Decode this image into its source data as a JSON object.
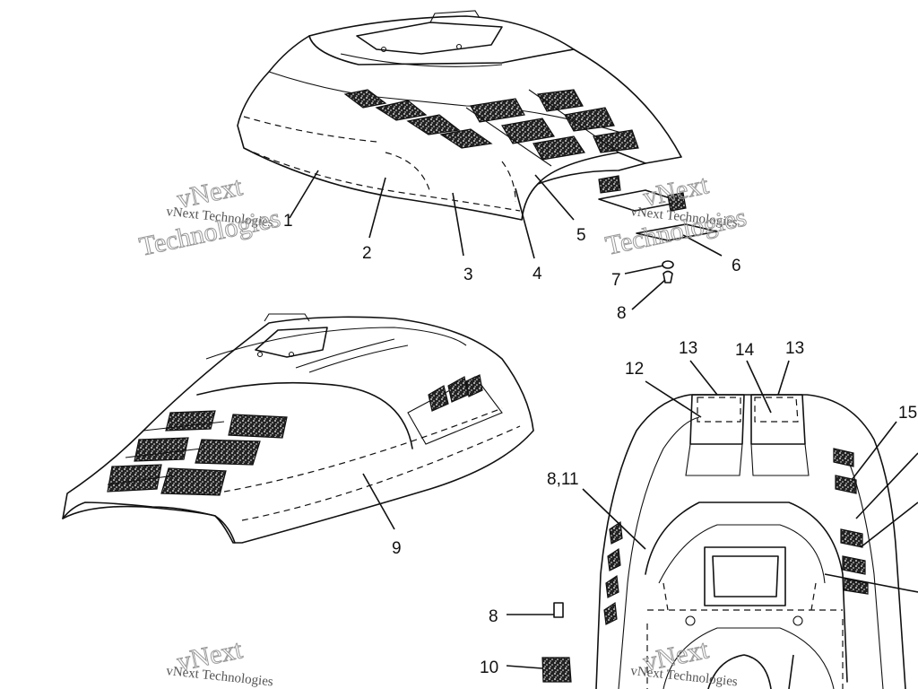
{
  "callouts": {
    "c1": "1",
    "c2": "2",
    "c3": "3",
    "c4": "4",
    "c5": "5",
    "c6": "6",
    "c7": "7",
    "c8": "8",
    "c9": "9",
    "c10": "10",
    "c811": "8,11",
    "c8b": "8",
    "c12": "12",
    "c13a": "13",
    "c14": "14",
    "c13b": "13",
    "c15": "15"
  },
  "watermark": {
    "line_small": "vNext Technologies",
    "word_a": "vNext",
    "word_b": "Technologies"
  }
}
